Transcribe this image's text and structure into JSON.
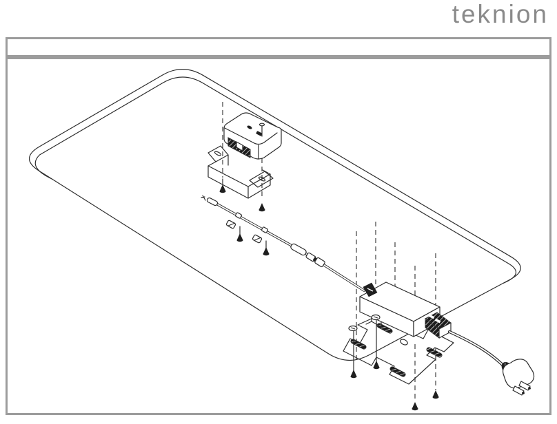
{
  "logo": {
    "text": "teknion",
    "color": "#8a8a8a"
  },
  "frame": {
    "border_color": "#9c9c9c",
    "header_band": ""
  },
  "colors": {
    "background": "#ffffff",
    "line": "#2d2d2d",
    "dark_fill": "#1f1f1f",
    "frame": "#9c9c9c",
    "logo": "#8a8a8a"
  },
  "drawing": {
    "type": "exploded-assembly-diagram",
    "subject": "under-table power module and power supply installation",
    "components": [
      "tabletop",
      "power-module",
      "module-bracket",
      "cable-assembly",
      "cable-clip",
      "ferrite-bead",
      "inline-connector",
      "power-supply",
      "mounting-plate",
      "inlet-connector",
      "power-cord",
      "power-plug",
      "screw",
      "alignment-line"
    ]
  }
}
